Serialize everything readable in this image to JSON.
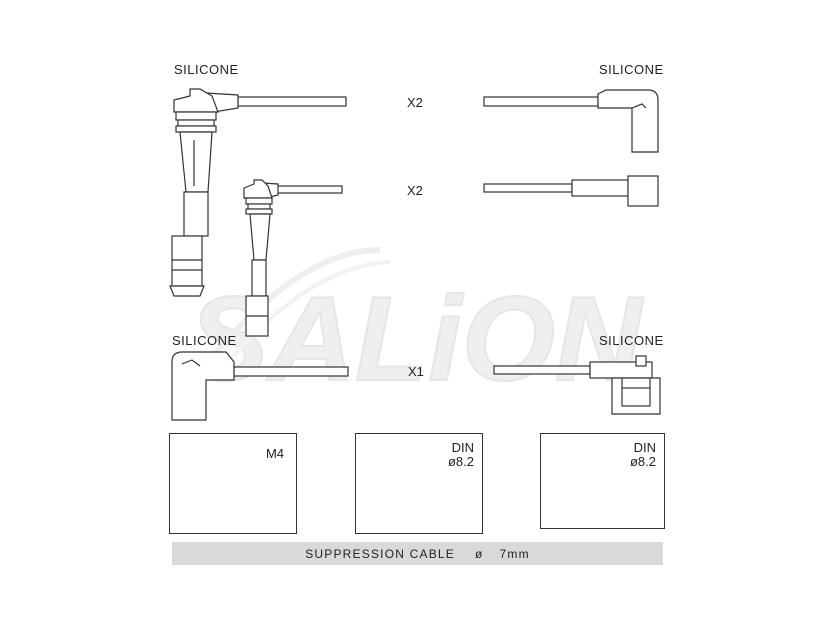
{
  "watermark": {
    "text": "SALiON"
  },
  "rows": [
    {
      "left_label": "SILICONE",
      "right_label": "SILICONE",
      "quantity": "X2"
    },
    {
      "left_label": "",
      "right_label": "",
      "quantity": "X2"
    },
    {
      "left_label": "SILICONE",
      "right_label": "SILICONE",
      "quantity": "X1"
    }
  ],
  "boxes": [
    {
      "line1": "M4",
      "line2": ""
    },
    {
      "line1": "DIN",
      "line2": "ø8.2"
    },
    {
      "line1": "DIN",
      "line2": "ø8.2"
    }
  ],
  "footer": {
    "text": "SUPPRESSION CABLE",
    "symbol": "ø",
    "value": "7mm"
  }
}
